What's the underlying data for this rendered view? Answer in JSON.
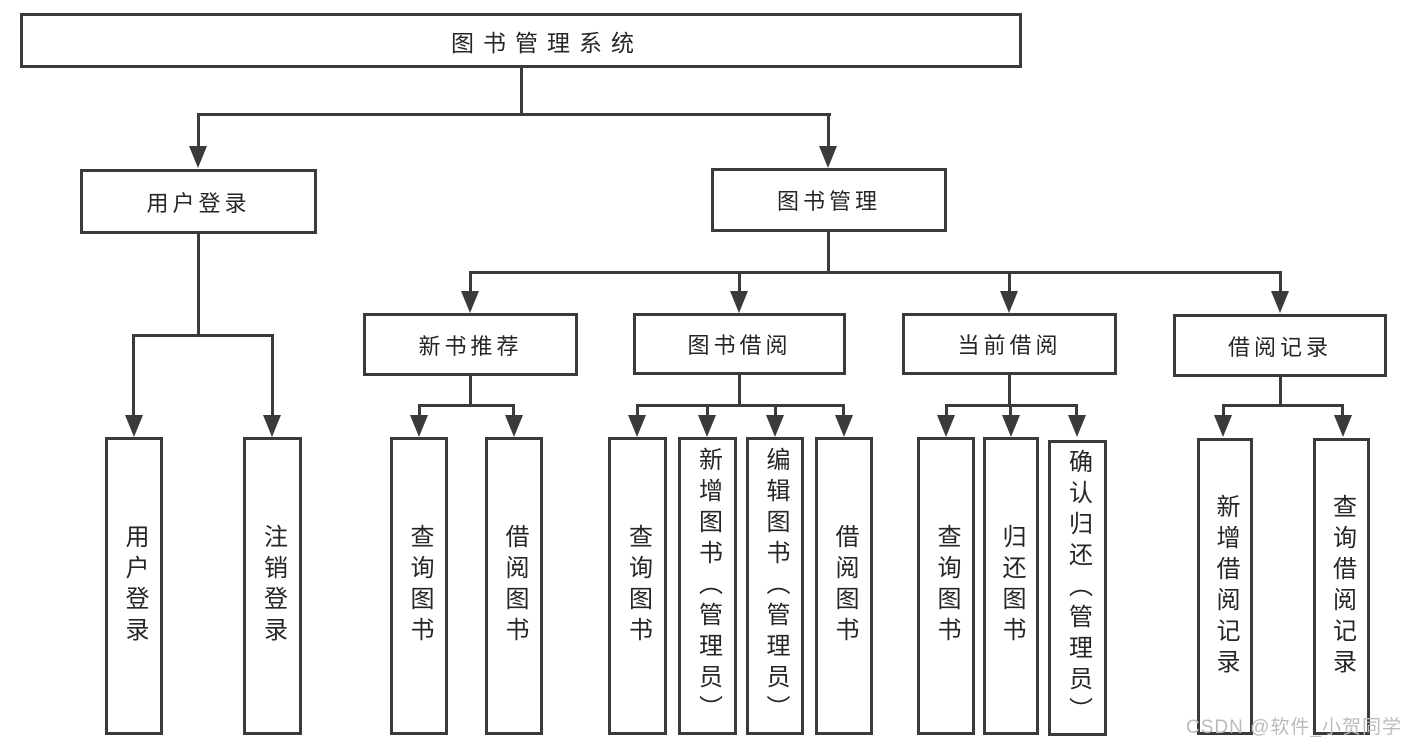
{
  "nodes": {
    "root": {
      "label": "图书管理系统"
    },
    "user_login": {
      "label": "用户登录"
    },
    "book_mgmt": {
      "label": "图书管理"
    },
    "new_book_rec": {
      "label": "新书推荐"
    },
    "book_borrow": {
      "label": "图书借阅"
    },
    "current_borrow": {
      "label": "当前借阅"
    },
    "borrow_record": {
      "label": "借阅记录"
    },
    "leaf_user_login": {
      "label": "用户登录"
    },
    "leaf_logout": {
      "label": "注销登录"
    },
    "leaf_query_book_1": {
      "label": "查询图书"
    },
    "leaf_borrow_book_1": {
      "label": "借阅图书"
    },
    "leaf_query_book_2": {
      "label": "查询图书"
    },
    "leaf_add_book": {
      "label": "新增图书（管理员）"
    },
    "leaf_edit_book": {
      "label": "编辑图书（管理员）"
    },
    "leaf_borrow_book_2": {
      "label": "借阅图书"
    },
    "leaf_query_book_3": {
      "label": "查询图书"
    },
    "leaf_return_book": {
      "label": "归还图书"
    },
    "leaf_confirm_return": {
      "label": "确认归还（管理员）"
    },
    "leaf_add_record": {
      "label": "新增借阅记录"
    },
    "leaf_query_record": {
      "label": "查询借阅记录"
    }
  },
  "watermark": {
    "text": "CSDN @软件_小贺同学"
  },
  "colors": {
    "line": "#3a3a3a",
    "text": "#262626",
    "watermark": "#bcbcc0",
    "background": "#ffffff"
  }
}
